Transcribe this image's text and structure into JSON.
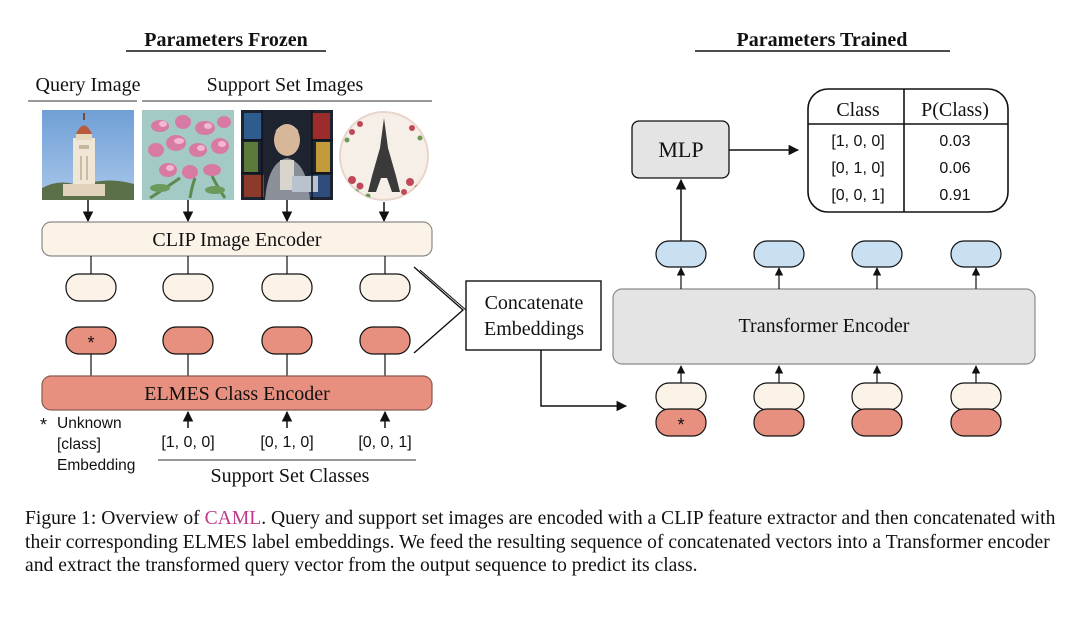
{
  "headers": {
    "frozen": "Parameters Frozen",
    "trained": "Parameters Trained"
  },
  "inputs": {
    "query_label": "Query Image",
    "support_label": "Support Set Images",
    "images": [
      {
        "subject": "clock tower",
        "role": "query"
      },
      {
        "subject": "pink flowers",
        "role": "support"
      },
      {
        "subject": "stained glass man",
        "role": "support"
      },
      {
        "subject": "eiffel tower embroidery",
        "role": "support"
      }
    ]
  },
  "encoders": {
    "clip": "CLIP Image Encoder",
    "elmes": "ELMES Class Encoder",
    "transformer": "Transformer Encoder",
    "mlp": "MLP"
  },
  "unknown_note": {
    "star": "*",
    "lines": [
      "Unknown",
      "[class]",
      "Embedding"
    ]
  },
  "support_classes": {
    "label": "Support Set Classes",
    "vectors": [
      "[1, 0, 0]",
      "[0, 1, 0]",
      "[0, 0, 1]"
    ]
  },
  "concat": {
    "lines": [
      "Concatenate",
      "Embeddings"
    ]
  },
  "output_table": {
    "headers": [
      "Class",
      "P(Class)"
    ],
    "rows": [
      {
        "class": "[1, 0, 0]",
        "p": "0.03"
      },
      {
        "class": "[0, 1, 0]",
        "p": "0.06"
      },
      {
        "class": "[0, 0, 1]",
        "p": "0.91"
      }
    ]
  },
  "caption": {
    "label": "Figure 1:",
    "prefix": "Overview of",
    "accent_word": "CAML",
    "rest": ". Query and support set images are encoded with a CLIP feature extractor and then concatenated with their corresponding ELMES label embeddings. We feed the resulting sequence of concatenated vectors into a Transformer encoder and extract the transformed query vector from the output sequence to predict its class."
  },
  "colors": {
    "clip_fill": "#fbf3e8",
    "elmes_fill": "#e8907f",
    "transformer_fill": "#e4e4e4",
    "output_token_fill": "#c9dff2",
    "mlp_fill": "#e4e4e4",
    "accent_text": "#c0398a"
  }
}
